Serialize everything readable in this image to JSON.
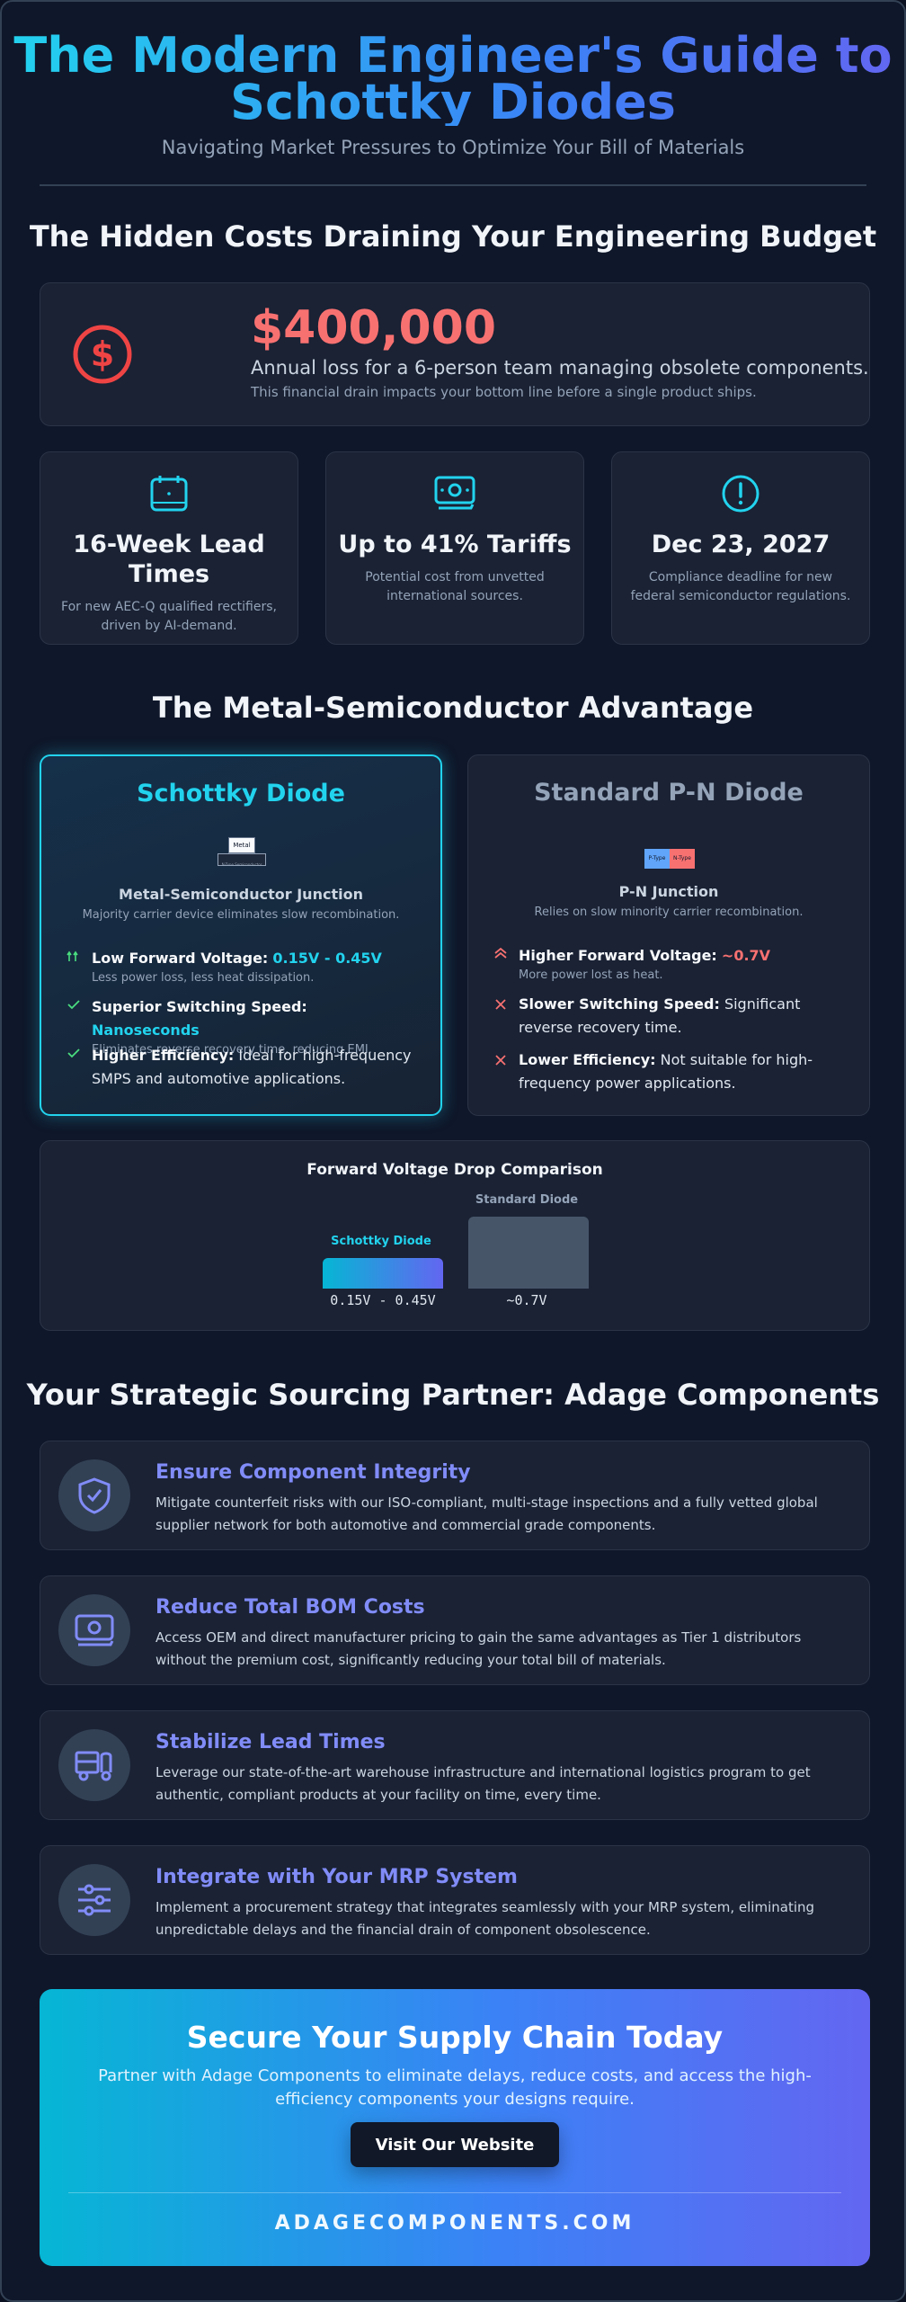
{
  "header": {
    "title_line1": "The Modern Engineer's Guide to",
    "title_line2": "Schottky Diodes",
    "subtitle": "Navigating Market Pressures to Optimize Your Bill of Materials"
  },
  "costs": {
    "heading": "The Hidden Costs Draining Your Engineering Budget",
    "headline": {
      "icon": "dollar-circle-icon",
      "value": "$400,000",
      "text": "Annual loss for a 6-person team managing obsolete components.",
      "subtext": "This financial drain impacts your bottom line before a single product ships."
    },
    "stats": [
      {
        "icon": "calendar-icon",
        "title": "16-Week Lead Times",
        "desc": "For new AEC-Q qualified rectifiers, driven by AI-demand."
      },
      {
        "icon": "money-icon",
        "title": "Up to 41% Tariffs",
        "desc": "Potential cost from unvetted international sources."
      },
      {
        "icon": "alert-circle-icon",
        "title": "Dec 23, 2027",
        "desc": "Compliance deadline for new federal semiconductor regulations."
      }
    ]
  },
  "advantage": {
    "heading": "The Metal-Semiconductor Advantage",
    "schottky": {
      "title": "Schottky Diode",
      "diagram_top": "Metal",
      "diagram_bottom": "N-Type Semiconductor",
      "junction": "Metal-Semiconductor Junction",
      "junction_desc": "Majority carrier device eliminates slow recombination.",
      "features": [
        {
          "label": "Low Forward Voltage:",
          "value": "0.15V - 0.45V",
          "text": "",
          "sub": "Less power loss, less heat dissipation."
        },
        {
          "label": "Superior Switching Speed:",
          "value": "Nanoseconds",
          "text": "",
          "sub": "Eliminates reverse recovery time, reducing EMI."
        },
        {
          "label": "Higher Efficiency:",
          "value": "",
          "text": "Ideal for high-frequency SMPS and automotive applications.",
          "sub": ""
        }
      ]
    },
    "standard": {
      "title": "Standard P-N Diode",
      "diagram_p": "P-Type",
      "diagram_n": "N-Type",
      "junction": "P-N Junction",
      "junction_desc": "Relies on slow minority carrier recombination.",
      "features": [
        {
          "label": "Higher Forward Voltage:",
          "value": "~0.7V",
          "text": "",
          "sub": "More power lost as heat."
        },
        {
          "label": "Slower Switching Speed:",
          "value": "",
          "text": "Significant reverse recovery time.",
          "sub": ""
        },
        {
          "label": "Lower Efficiency:",
          "value": "",
          "text": "Not suitable for high-frequency power applications.",
          "sub": ""
        }
      ]
    },
    "comparison": {
      "title": "Forward Voltage Drop Comparison",
      "bars": [
        {
          "name": "Schottky Diode",
          "value_label": "0.15V - 0.45V",
          "value": 0.3
        },
        {
          "name": "Standard Diode",
          "value_label": "~0.7V",
          "value": 0.7
        }
      ]
    }
  },
  "partner": {
    "heading": "Your Strategic Sourcing Partner: Adage Components",
    "benefits": [
      {
        "icon": "shield-check-icon",
        "title": "Ensure Component Integrity",
        "desc": "Mitigate counterfeit risks with our ISO-compliant, multi-stage inspections and a fully vetted global supplier network for both automotive and commercial grade components."
      },
      {
        "icon": "money-icon",
        "title": "Reduce Total BOM Costs",
        "desc": "Access OEM and direct manufacturer pricing to gain the same advantages as Tier 1 distributors without the premium cost, significantly reducing your total bill of materials."
      },
      {
        "icon": "truck-icon",
        "title": "Stabilize Lead Times",
        "desc": "Leverage our state-of-the-art warehouse infrastructure and international logistics program to get authentic, compliant products at your facility on time, every time."
      },
      {
        "icon": "sliders-icon",
        "title": "Integrate with Your MRP System",
        "desc": "Implement a procurement strategy that integrates seamlessly with your MRP system, eliminating unpredictable delays and the financial drain of component obsolescence."
      }
    ]
  },
  "cta": {
    "title": "Secure Your Supply Chain Today",
    "desc": "Partner with Adage Components to eliminate delays, reduce costs, and access the high-efficiency components your designs require.",
    "button": "Visit Our Website",
    "url": "ADAGECOMPONENTS.COM"
  },
  "colors": {
    "accent_cyan": "#22d3ee",
    "accent_indigo": "#6366f1",
    "negative_red": "#f87171",
    "positive_green": "#4ade80"
  }
}
